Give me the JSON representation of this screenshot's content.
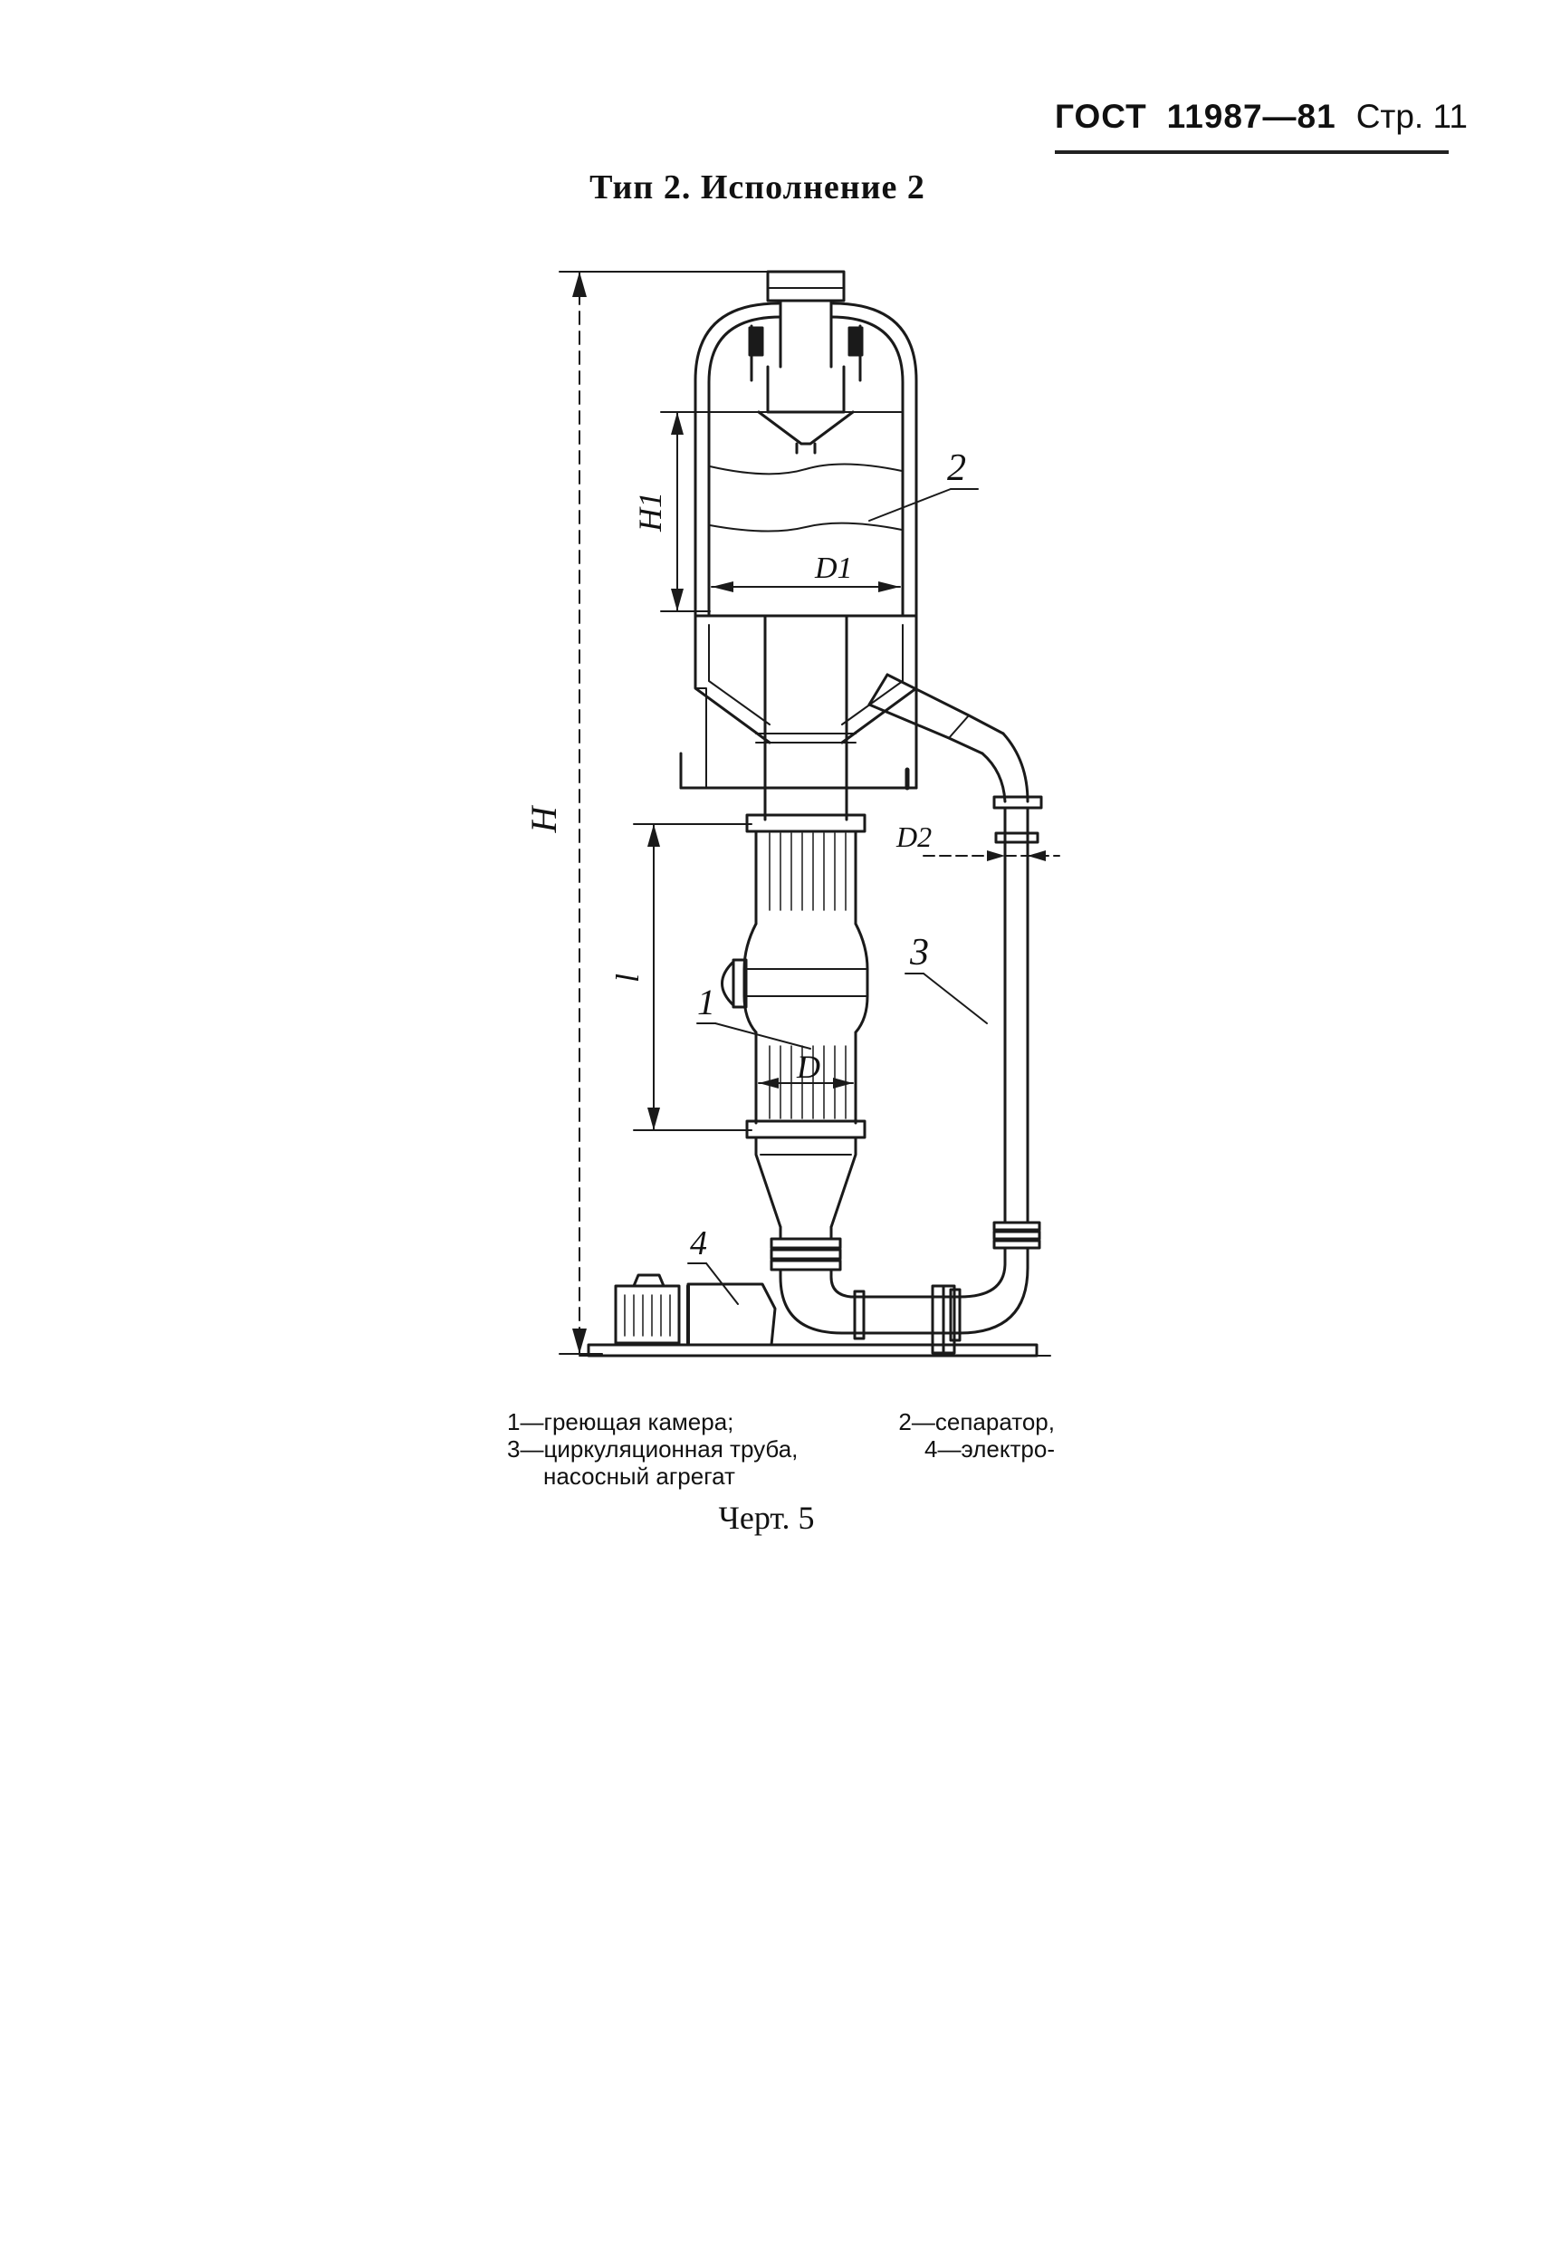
{
  "header": {
    "standard": "ГОСТ",
    "number": "11987—81",
    "page_label": "Стр. 11"
  },
  "title": "Тип 2. Исполнение 2",
  "drawing": {
    "callouts": {
      "heating_chamber": "1",
      "separator": "2",
      "circulation_pipe": "3",
      "pump_unit": "4"
    },
    "dimensions": {
      "overall_height": "H",
      "separator_height": "H1",
      "chamber_length": "l",
      "chamber_diameter": "D",
      "separator_diameter": "D1",
      "pipe_diameter": "D2"
    }
  },
  "legend": {
    "line1_a": "1—греющая камера;",
    "line1_b": "2—сепаратор,",
    "line2_a": "3—циркуляционная труба,",
    "line2_b": "4—электро-",
    "line3": "насосный агрегат"
  },
  "caption": "Черт. 5"
}
